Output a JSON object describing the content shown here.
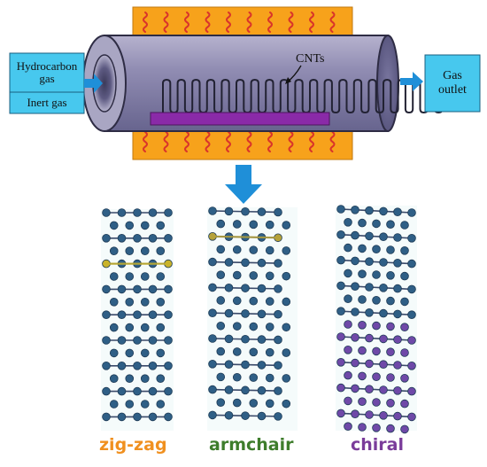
{
  "inputs": {
    "hydrocarbon_label": "Hydrocarbon gas",
    "inert_label": "Inert gas"
  },
  "reactor": {
    "cnt_label": "CNTs"
  },
  "outlet": {
    "label": "Gas outlet"
  },
  "structures": [
    {
      "name": "zig-zag",
      "color": "#f0901f"
    },
    {
      "name": "armchair",
      "color": "#3e7d2c"
    },
    {
      "name": "chiral",
      "color": "#7a3c9a"
    }
  ],
  "colors": {
    "furnace": "#f7a21b",
    "heat_wave": "#d9342b",
    "tube_body": "#8a86ad",
    "substrate": "#8a2aa8",
    "box_fill": "#47c8ee",
    "arrow": "#1f8fd8",
    "atom": "#2f5f86",
    "bond": "#3a4a6a",
    "ring_ring": "#d9ecec"
  }
}
